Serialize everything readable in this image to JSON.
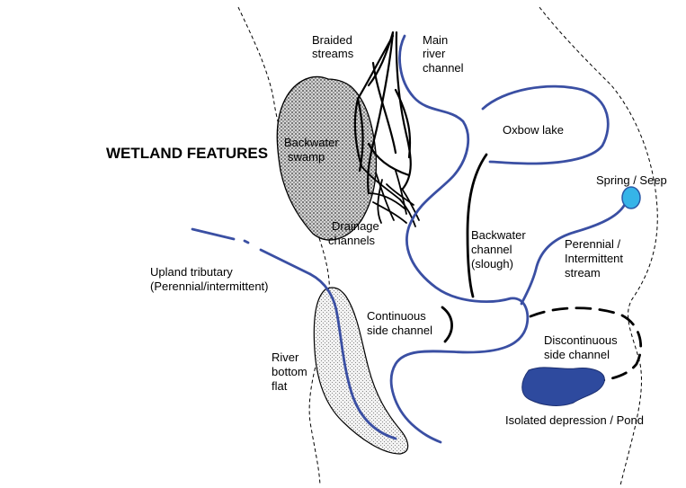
{
  "title": "WETLAND FEATURES",
  "labels": {
    "braided_streams": [
      "Braided",
      "streams"
    ],
    "main_river_channel": [
      "Main",
      "river",
      "channel"
    ],
    "oxbow_lake": [
      "Oxbow lake"
    ],
    "backwater_swamp": [
      "Backwater",
      "swamp"
    ],
    "spring_seep": [
      "Spring / Seep"
    ],
    "drainage_channels": [
      "Drainage",
      "channels"
    ],
    "backwater_channel": [
      "Backwater",
      "channel",
      "(slough)"
    ],
    "perennial_stream": [
      "Perennial /",
      "Intermittent",
      "stream"
    ],
    "upland_tributary": [
      "Upland tributary",
      "(Perennial/intermittent)"
    ],
    "continuous_side_channel": [
      "Continuous",
      "side channel"
    ],
    "discontinuous_side_channel": [
      "Discontinuous",
      "side channel"
    ],
    "river_bottom_flat": [
      "River",
      "bottom",
      "flat"
    ],
    "isolated_depression": [
      "Isolated depression / Pond"
    ]
  },
  "colors": {
    "river": "#3a4fa3",
    "pond": "#2e4a9e",
    "spring": "#36b4e8",
    "swamp_fill": "#c8c8c8",
    "flat_fill": "#e6e6e6",
    "stream": "#000000"
  }
}
